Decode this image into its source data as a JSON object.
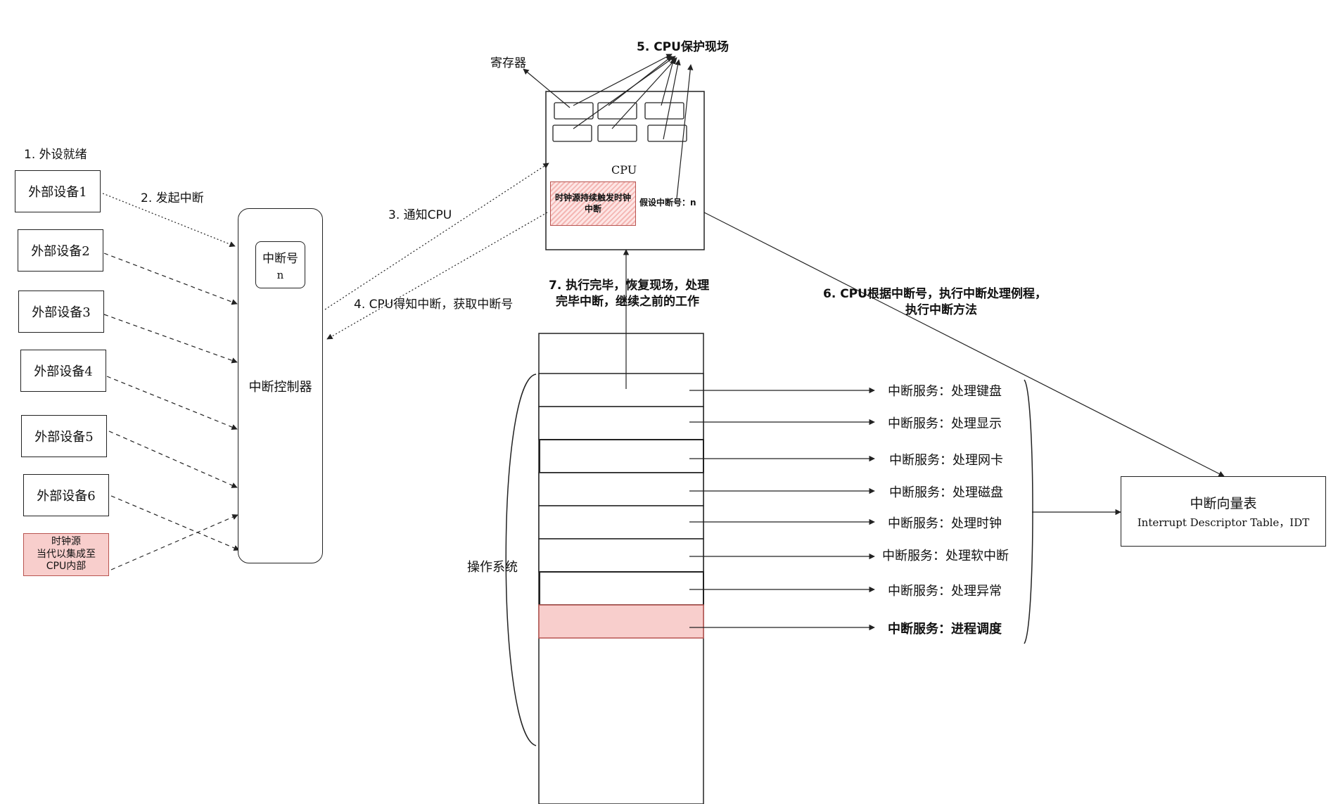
{
  "devices": {
    "title": "1. 外设就绪",
    "list": [
      "外部设备1",
      "外部设备2",
      "外部设备3",
      "外部设备4",
      "外部设备5",
      "外部设备6"
    ],
    "clock_source": [
      "时钟源",
      "当代以集成至",
      "CPU内部"
    ]
  },
  "steps": {
    "s2": "2. 发起中断",
    "s3": "3. 通知CPU",
    "s4": "4. CPU得知中断，获取中断号",
    "s5": "5. CPU保护现场",
    "s6_line1": "6. CPU根据中断号，执行中断处理例程，",
    "s6_line2": "执行中断方法",
    "s7_line1": "7. 执行完毕，恢复现场，处理",
    "s7_line2": "完毕中断，继续之前的工作"
  },
  "controller": {
    "label": "中断控制器",
    "irq_label": "中断号",
    "irq_value": "n"
  },
  "cpu": {
    "label": "CPU",
    "registers_label": "寄存器",
    "clock_trigger_line1": "时钟源持续触发时钟",
    "clock_trigger_line2": "中断",
    "assumed_irq": "假设中断号：n"
  },
  "os": {
    "label": "操作系统",
    "services": [
      {
        "text": "中断服务：处理键盘",
        "highlight": false
      },
      {
        "text": "中断服务：处理显示",
        "highlight": false
      },
      {
        "text": "中断服务：处理网卡",
        "highlight": false
      },
      {
        "text": "中断服务：处理磁盘",
        "highlight": false
      },
      {
        "text": "中断服务：处理时钟",
        "highlight": false
      },
      {
        "text": "中断服务：处理软中断",
        "highlight": false
      },
      {
        "text": "中断服务：处理异常",
        "highlight": false
      },
      {
        "text": "中断服务：进程调度",
        "highlight": true
      }
    ]
  },
  "idt": {
    "title": "中断向量表",
    "subtitle": "Interrupt Descriptor Table，IDT"
  },
  "colors": {
    "highlight_fill": "#f8cecc",
    "highlight_stroke": "#b85450",
    "line": "#222222"
  }
}
